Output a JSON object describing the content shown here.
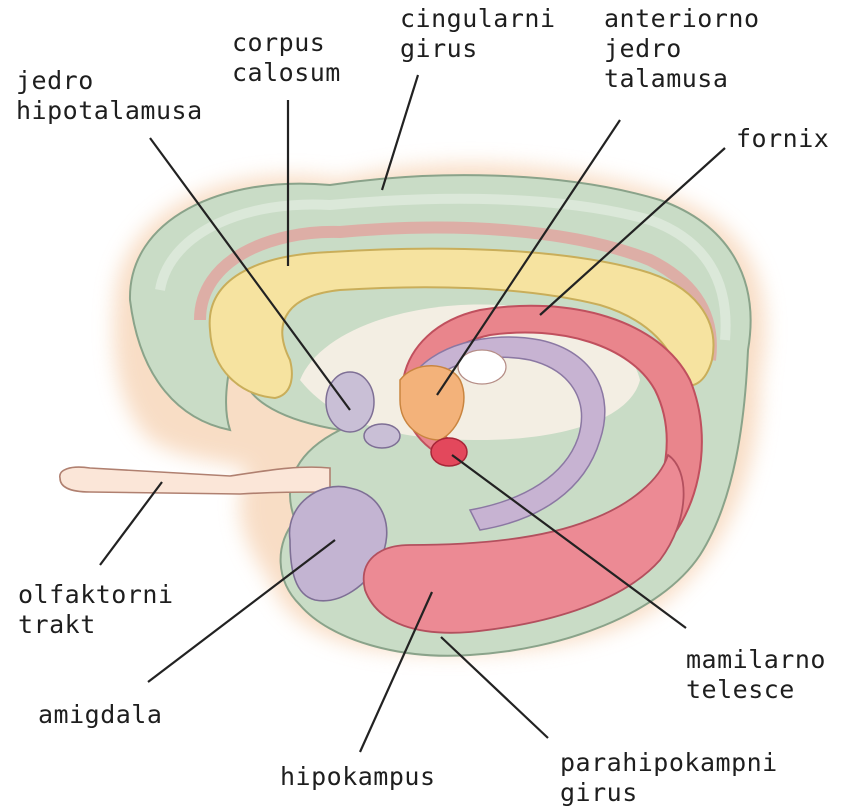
{
  "diagram": {
    "structure": "limbic-system",
    "colors": {
      "cingulate_gyrus": "#c9dcc6",
      "corpus_callosum": "#f6e3a0",
      "fornix": "#e9858c",
      "fornix_inner": "#c7b3d2",
      "hippocampus": "#ec8a94",
      "amygdala": "#c3b4d2",
      "anterior_nucleus": "#f3b27a",
      "mammillary_body": "#e3485c",
      "outline_glow": "#f3c6a0"
    },
    "labels": {
      "corpus_callosum": {
        "line1": "corpus",
        "line2": "calosum"
      },
      "cingulate_gyrus": {
        "line1": "cingularni",
        "line2": "girus"
      },
      "anterior_thalamus": {
        "line1": "anteriorno",
        "line2": "jedro",
        "line3": "talamusa"
      },
      "hypothalamus": {
        "line1": "jedro",
        "line2": "hipotalamusa"
      },
      "fornix": {
        "line1": "fornix"
      },
      "olfactory_tract": {
        "line1": "olfaktorni",
        "line2": "trakt"
      },
      "amygdala": {
        "line1": "amigdala"
      },
      "mammillary_body": {
        "line1": "mamilarno",
        "line2": "telesce"
      },
      "hippocampus": {
        "line1": "hipokampus"
      },
      "parahippocampal_gyrus": {
        "line1": "parahipokampni",
        "line2": "girus"
      }
    }
  }
}
